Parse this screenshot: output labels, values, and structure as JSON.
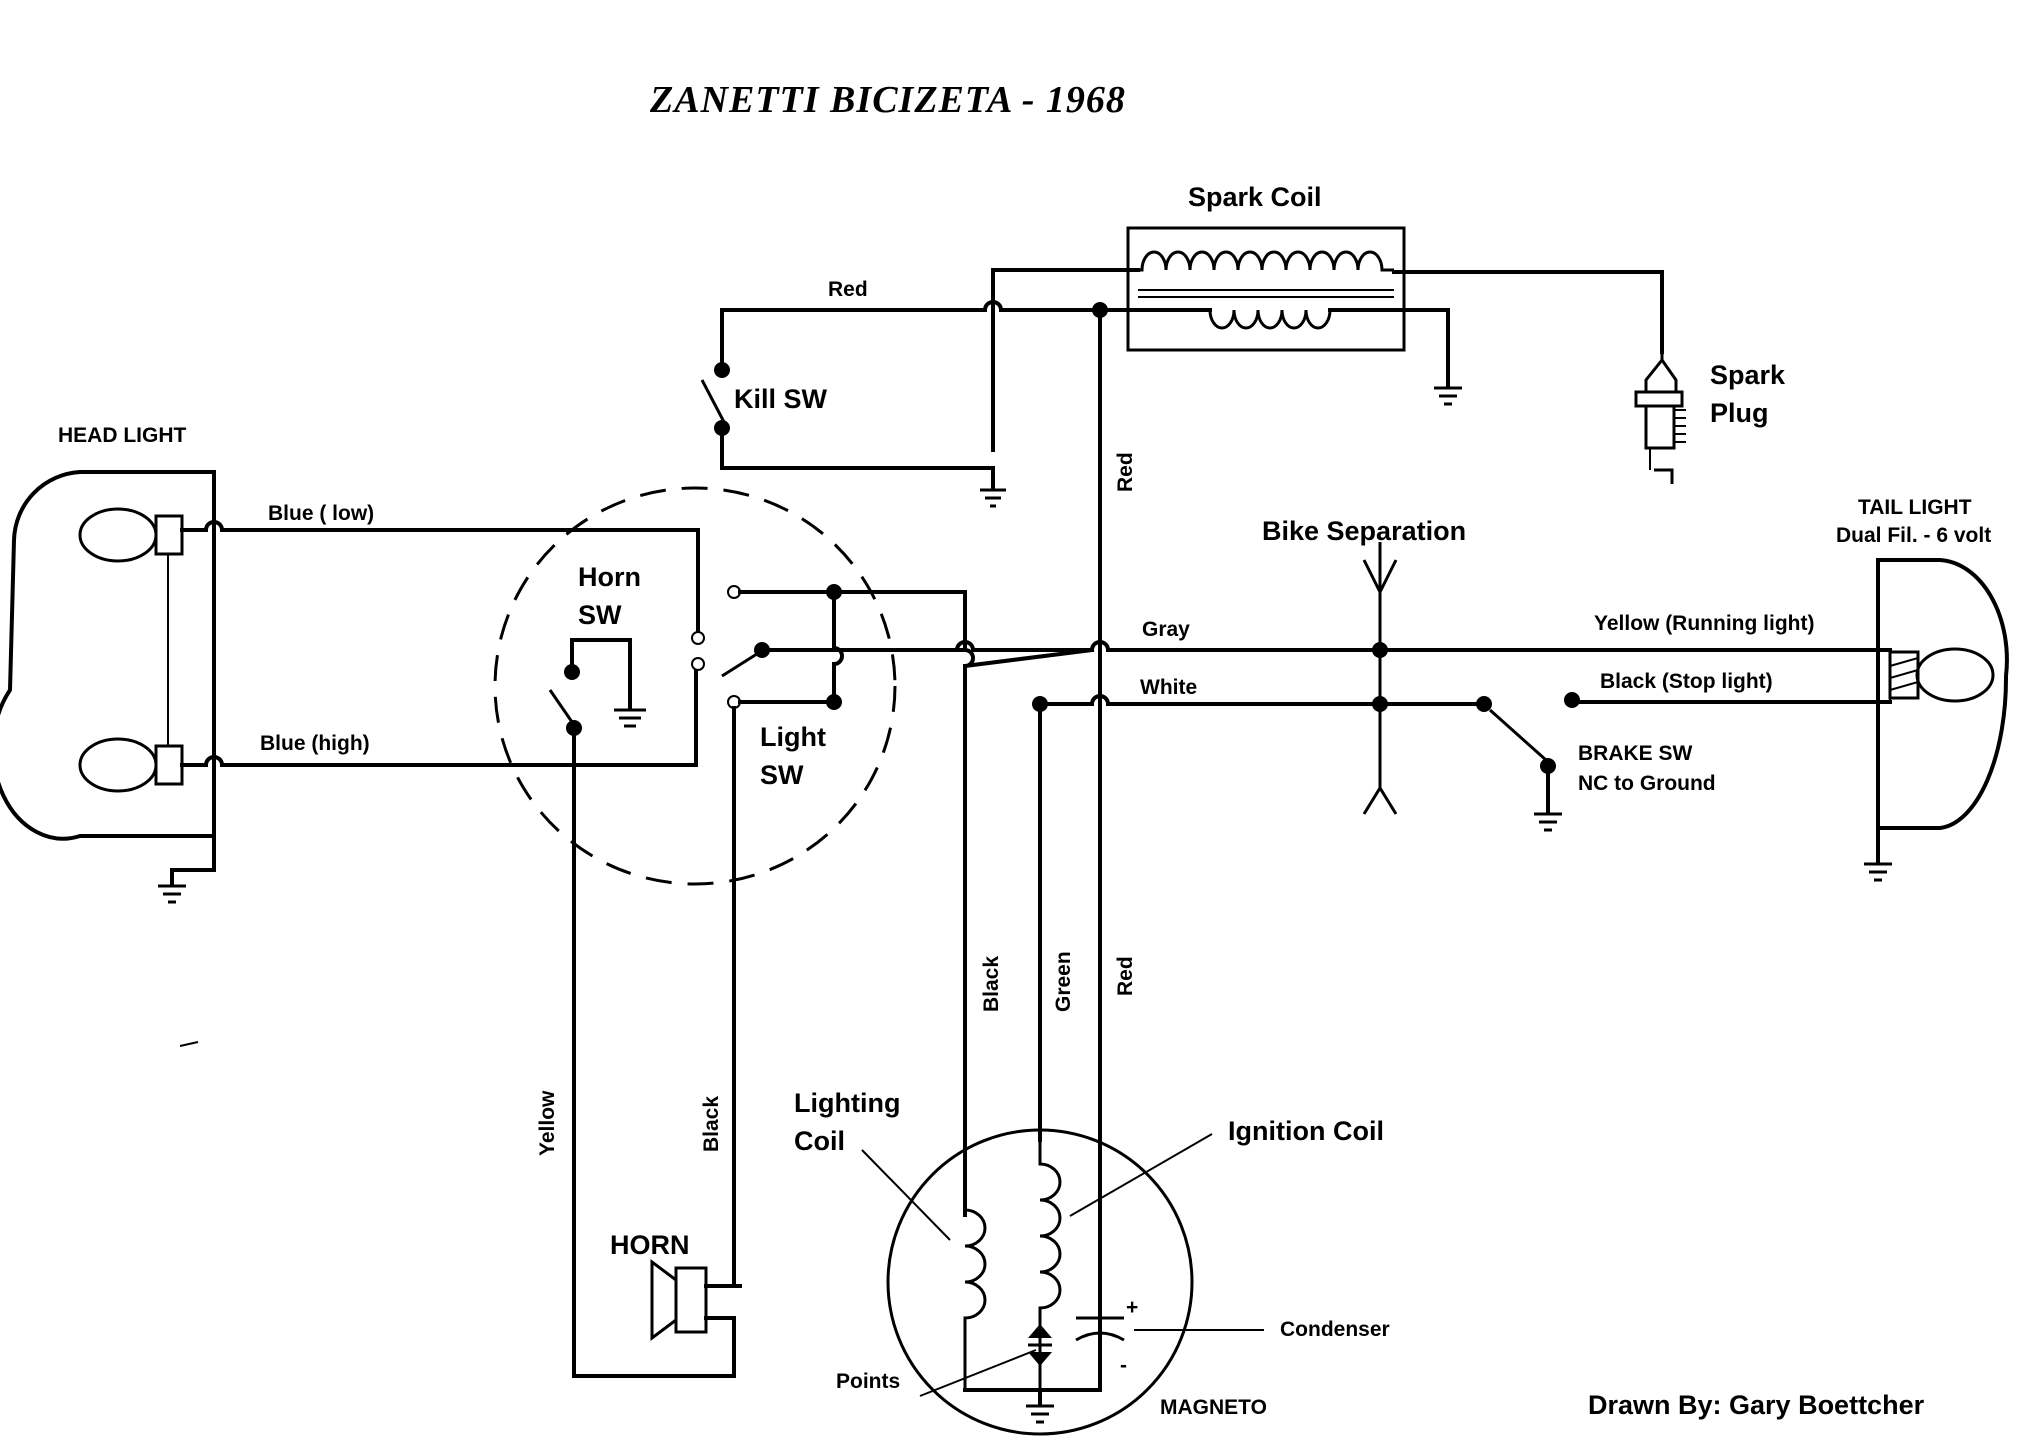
{
  "title": "ZANETTI BICIZETA - 1968",
  "credit": "Drawn By:  Gary Boettcher",
  "components": {
    "spark_coil": "Spark Coil",
    "spark_plug_line1": "Spark",
    "spark_plug_line2": "Plug",
    "kill_switch": "Kill SW",
    "head_light": "HEAD LIGHT",
    "horn_switch_line1": "Horn",
    "horn_switch_line2": "SW",
    "light_switch_line1": "Light",
    "light_switch_line2": "SW",
    "bike_separation": "Bike Separation",
    "tail_light_line1": "TAIL LIGHT",
    "tail_light_line2": "Dual Fil. - 6 volt",
    "brake_switch_line1": "BRAKE SW",
    "brake_switch_line2": "NC to Ground",
    "lighting_coil_line1": "Lighting",
    "lighting_coil_line2": "Coil",
    "ignition_coil": "Ignition Coil",
    "condenser": "Condenser",
    "points": "Points",
    "magneto": "MAGNETO",
    "horn": "HORN"
  },
  "wires": {
    "red_top": "Red",
    "red_vertical_upper": "Red",
    "red_vertical_lower": "Red",
    "blue_low": "Blue ( low)",
    "blue_high": "Blue (high)",
    "gray": "Gray",
    "white": "White",
    "yellow_running": "Yellow  (Running light)",
    "black_stop": "Black  (Stop light)",
    "black_vertical": "Black",
    "green_vertical": "Green",
    "yellow_vertical": "Yellow",
    "black_horn": "Black"
  },
  "condenser_plus": "+",
  "condenser_minus": "-"
}
